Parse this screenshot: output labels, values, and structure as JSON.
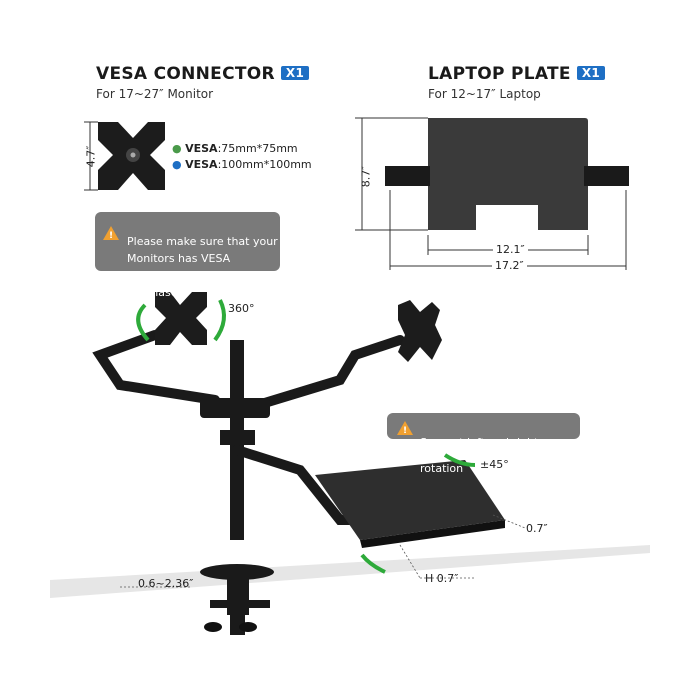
{
  "vesa": {
    "title": "VESA CONNECTOR",
    "badge": "X1",
    "subtitle": "For 17~27″ Monitor",
    "height": "4.7″",
    "specs": [
      {
        "label": "VESA",
        "value": ":75mm*75mm",
        "color": "#4a9a4a"
      },
      {
        "label": "VESA",
        "value": ":100mm*100mm",
        "color": "#1e6fc4"
      }
    ],
    "notice": "Please make sure that your Monitors has VESA standard interfaces before purchase ."
  },
  "laptop": {
    "title": "LAPTOP PLATE",
    "badge": "X1",
    "subtitle": "For 12~17″ Laptop",
    "height": "8.7″",
    "width_inner": "12.1″",
    "width_outer": "17.2″"
  },
  "product": {
    "rotation": "360°",
    "tilt": "±45°",
    "rotation_notice": "Support left and right rotation",
    "lip": "0.7″",
    "lip_h": "H 0.7″",
    "clamp_range": "0.6~2.36″"
  },
  "colors": {
    "accent": "#1e6fc4",
    "arrow": "#2eaa3a",
    "callout": "#7a7a7a",
    "warning": "#f0a030"
  }
}
